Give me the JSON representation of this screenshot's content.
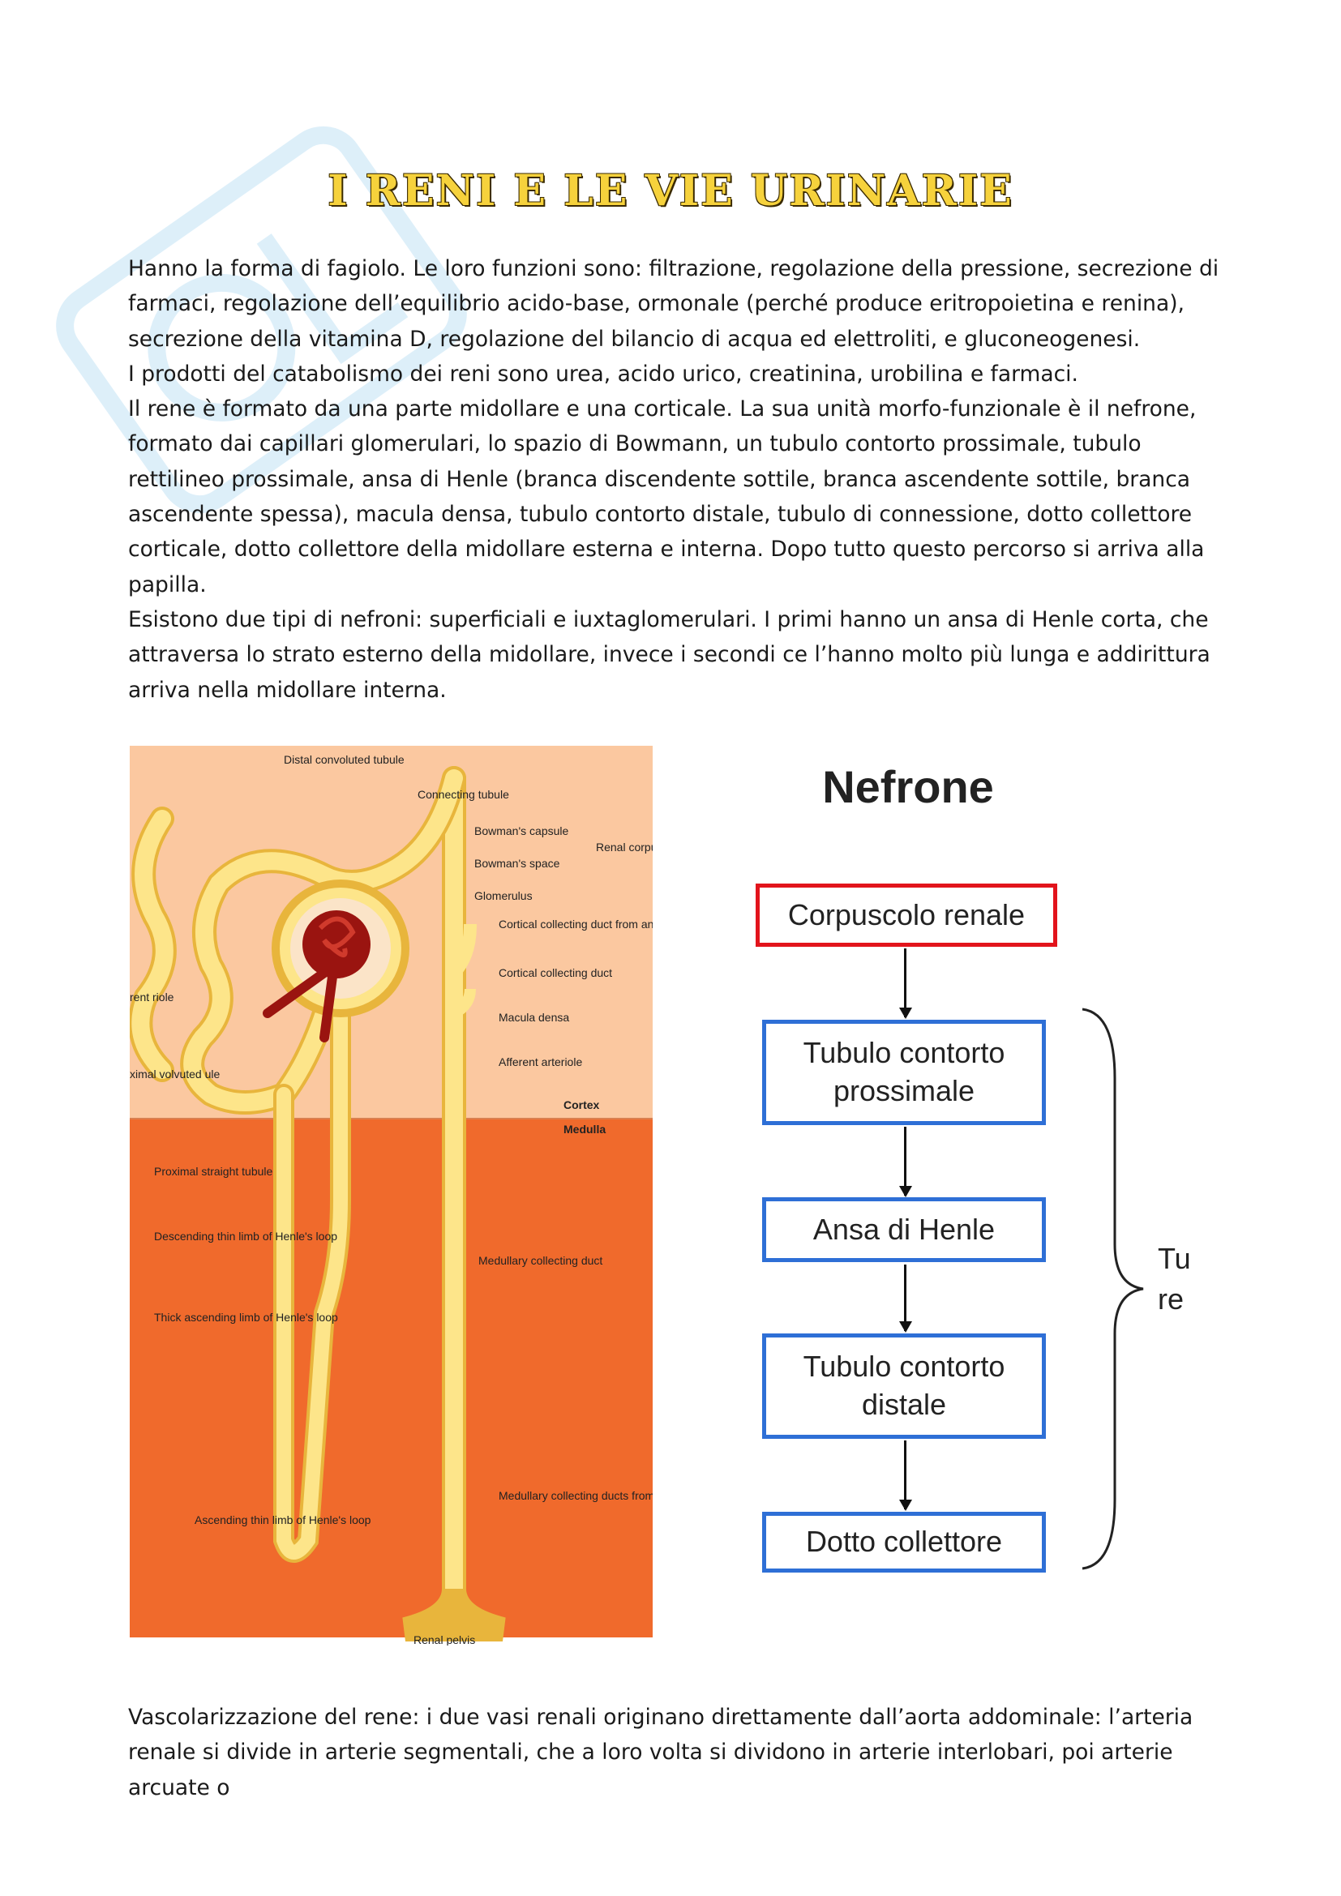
{
  "document": {
    "title": "I RENI E LE VIE URINARIE",
    "paragraphs": [
      "Hanno la forma di fagiolo. Le loro funzioni sono: filtrazione, regolazione della pressione, secrezione di farmaci, regolazione dell’equilibrio acido-base, ormonale (perché produce eritropoietina e renina), secrezione della vitamina D, regolazione del bilancio di acqua ed elettroliti, e gluconeogenesi.",
      "I prodotti del catabolismo dei reni sono urea, acido urico, creatinina, urobilina e farmaci.",
      "Il rene è formato da una parte midollare e una corticale. La sua unità morfo-funzionale è il nefrone, formato dai capillari glomerulari, lo spazio di Bowmann, un tubulo contorto prossimale, tubulo rettilineo prossimale, ansa di Henle (branca discendente sottile, branca ascendente sottile, branca ascendente spessa), macula densa, tubulo contorto distale, tubulo di connessione, dotto collettore corticale, dotto collettore della midollare esterna e interna. Dopo tutto questo percorso si arriva alla papilla.",
      "Esistono due tipi di nefroni:  superficiali e iuxtaglomerulari. I primi hanno un ansa di Henle corta, che attraversa lo strato esterno della midollare, invece i secondi ce l’hanno molto più lunga e addirittura arriva nella midollare interna."
    ],
    "bottom_paragraph": "Vascolarizzazione del rene: i due vasi renali originano direttamente dall’aorta addominale: l’arteria renale si divide in arterie segmentali, che a loro volta si dividono in arterie interlobari, poi arterie arcuate o"
  },
  "figure": {
    "labels": {
      "distal": "Distal convoluted tubule",
      "connecting": "Connecting tubule",
      "bowman_capsule": "Bowman's capsule",
      "bowman_space": "Bowman's space",
      "renal_corpuscle": "Renal corpuscle",
      "glomerulus": "Glomerulus",
      "cortical_collecting_other": "Cortical collecting duct from another tubule",
      "cortical_collecting": "Cortical collecting duct",
      "macula": "Macula densa",
      "afferent": "Afferent arteriole",
      "efferent": "rent riole",
      "proximal_conv": "ximal volvuted ule",
      "cortex": "Cortex",
      "medulla": "Medulla",
      "prox_straight": "Proximal straight tubule",
      "desc_thin": "Descending thin limb of Henle's loop",
      "thick_asc": "Thick ascending limb of Henle's loop",
      "asc_thin": "Ascending thin limb of Henle's loop",
      "medullary_collecting": "Medullary collecting duct",
      "medullary_other": "Medullary collecting ducts from other nephrons",
      "pelvis": "Renal pelvis"
    },
    "colors": {
      "cortex_bg": "#fbc8a0",
      "medulla_bg": "#f06a2c",
      "tubule": "#fde58a",
      "tubule_edge": "#e8b53c",
      "glomerulus": "#9a1410"
    }
  },
  "flowchart": {
    "title": "Nefrone",
    "steps": [
      "Corpuscolo renale",
      "Tubulo contorto prossimale",
      "Ansa di Henle",
      "Tubulo contorto distale",
      "Dotto collettore"
    ],
    "brace_label_1": "Tu",
    "brace_label_2": "re",
    "colors": {
      "first_border": "#e2141c",
      "border": "#2e6fd6"
    }
  }
}
